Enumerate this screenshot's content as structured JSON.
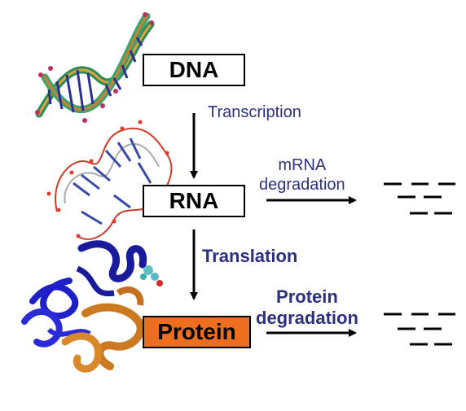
{
  "nodes": {
    "dna": "DNA",
    "rna": "RNA",
    "protein": "Protein"
  },
  "labels": {
    "transcription": "Transcription",
    "mrna_degradation_line1": "mRNA",
    "mrna_degradation_line2": "degradation",
    "translation": "Translation",
    "protein_degradation_line1": "Protein",
    "protein_degradation_line2": "degradation"
  },
  "colors": {
    "label_text": "#2d2f7f",
    "protein_box": "#ee6e1f",
    "arrow": "#000000"
  }
}
